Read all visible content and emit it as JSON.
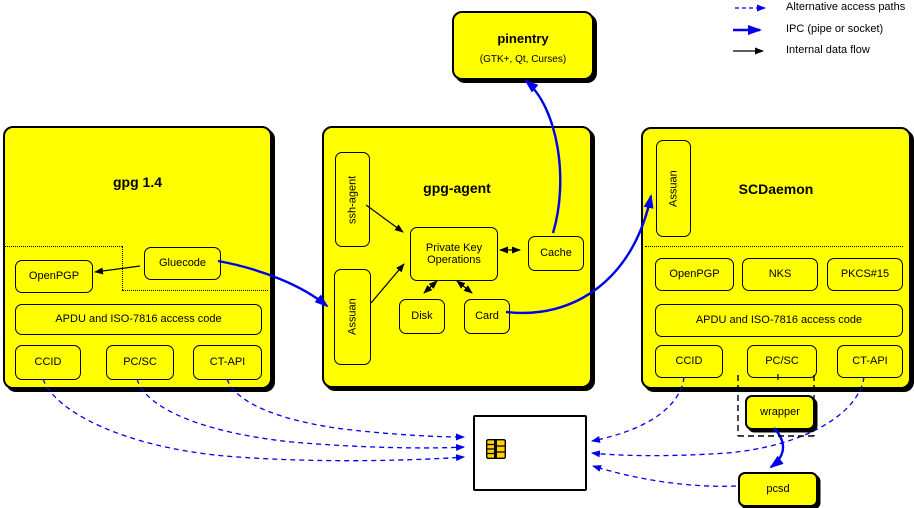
{
  "colors": {
    "accent_blue": "#0000ee",
    "box_yellow": "#ffff00",
    "chip_gold": "#ffd300"
  },
  "legend": {
    "items": [
      {
        "label": "Alternative access paths"
      },
      {
        "label": "IPC (pipe or socket)"
      },
      {
        "label": "Internal data flow"
      }
    ]
  },
  "pinentry": {
    "title": "pinentry",
    "subtitle": "(GTK+, Qt, Curses)"
  },
  "gpg14": {
    "title": "gpg 1.4",
    "openpgp": "OpenPGP",
    "gluecode": "Gluecode",
    "apdu": "APDU and ISO-7816 access code",
    "ccid": "CCID",
    "pcsc": "PC/SC",
    "ctapi": "CT-API"
  },
  "gpg_agent": {
    "title": "gpg-agent",
    "ssh_agent": "ssh-agent",
    "assuan": "Assuan",
    "pko_line1": "Private Key",
    "pko_line2": "Operations",
    "cache": "Cache",
    "disk": "Disk",
    "card": "Card"
  },
  "scdaemon": {
    "title": "SCDaemon",
    "assuan": "Assuan",
    "openpgp": "OpenPGP",
    "nks": "NKS",
    "pkcs15": "PKCS#15",
    "apdu": "APDU and ISO-7816 access code",
    "ccid": "CCID",
    "pcsc": "PC/SC",
    "ctapi": "CT-API",
    "wrapper": "wrapper"
  },
  "pcsd": {
    "label": "pcsd"
  }
}
